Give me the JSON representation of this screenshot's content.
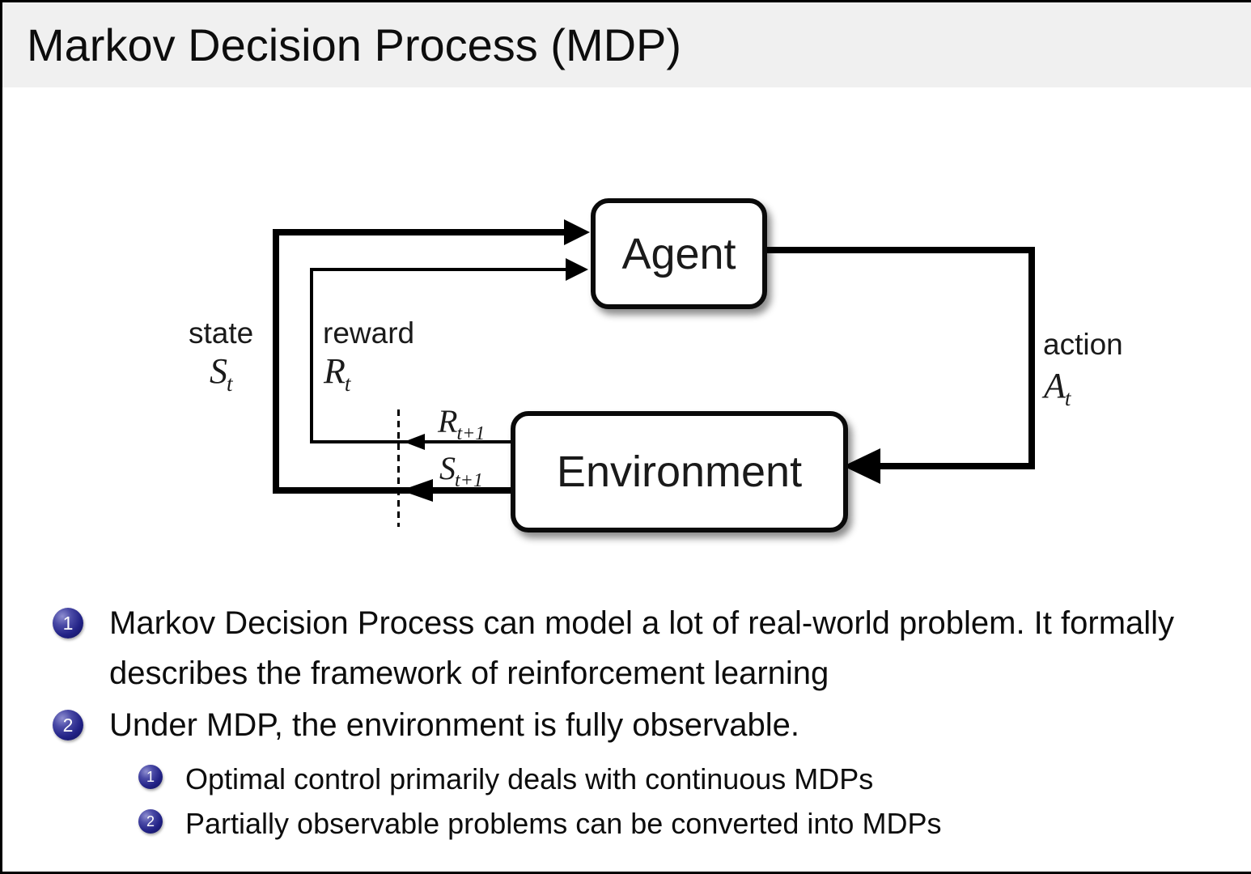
{
  "title": "Markov Decision Process (MDP)",
  "diagram": {
    "agent": "Agent",
    "environment": "Environment",
    "state_label": "state",
    "reward_label": "reward",
    "action_label": "action",
    "state_sym": "S",
    "state_sub": "t",
    "reward_sym": "R",
    "reward_sub": "t",
    "action_sym": "A",
    "action_sub": "t",
    "next_reward_sym": "R",
    "next_reward_sub": "t+1",
    "next_state_sym": "S",
    "next_state_sub": "t+1"
  },
  "bullets": {
    "item1": {
      "number": "1",
      "text": "Markov Decision Process can model a lot of real-world problem. It formally describes the framework of reinforcement learning"
    },
    "item2": {
      "number": "2",
      "text": "Under MDP, the environment is fully observable."
    },
    "sub1": {
      "number": "1",
      "text": "Optimal control primarily deals with continuous MDPs"
    },
    "sub2": {
      "number": "2",
      "text": "Partially observable problems can be converted into MDPs"
    }
  },
  "colors": {
    "header_bg": "#f0f0f0",
    "body_bg": "#ffffff",
    "line": "#000000",
    "bullet_ball": "#23237f",
    "bullet_number": "#ffffff"
  }
}
